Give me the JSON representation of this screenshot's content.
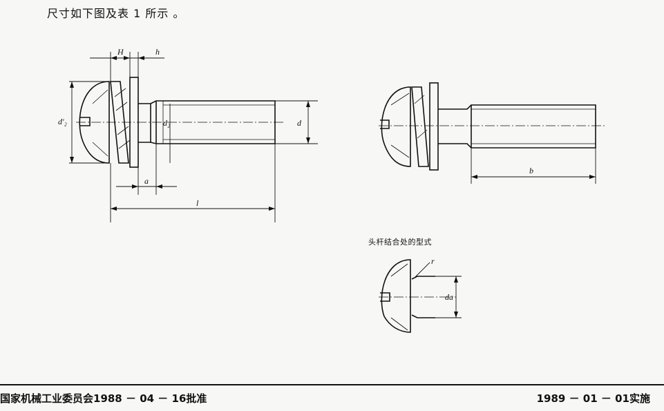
{
  "intro_text": "尺寸如下图及表 1 所示 。",
  "caption": "头杆结合处的型式",
  "labels": {
    "H": "H",
    "h": "h",
    "d2_prime": "d'₂",
    "d2": "d₂",
    "d": "d",
    "a": "a",
    "l": "l",
    "b": "b",
    "r": "r",
    "da": "da"
  },
  "footer": {
    "left": "国家机械工业委员会1988 － 04 － 16批准",
    "right": "1989 － 01 － 01实施"
  }
}
